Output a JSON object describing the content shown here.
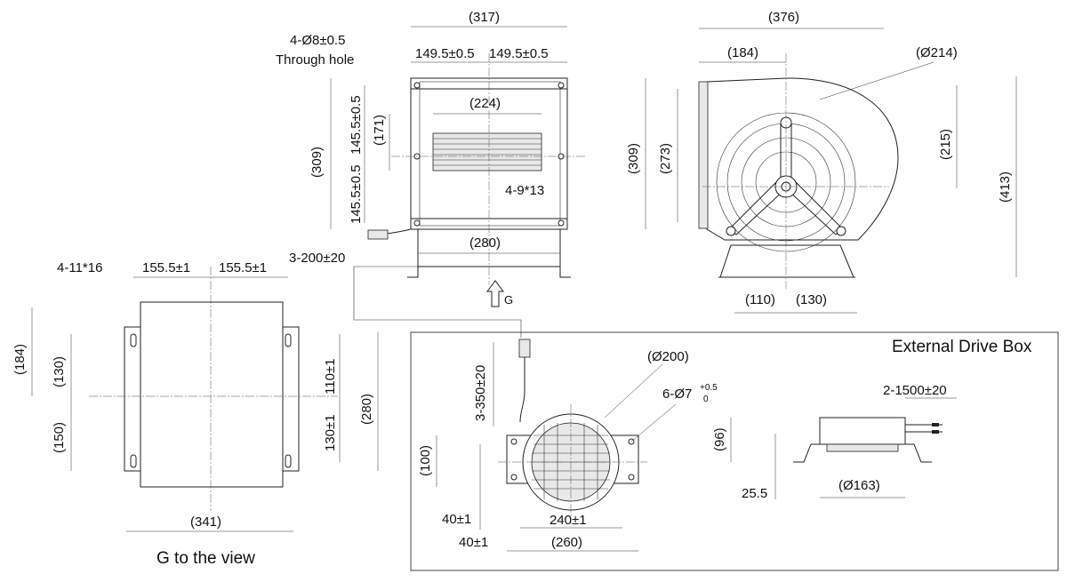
{
  "views": {
    "top": {
      "width_overall": "(317)",
      "half_left": "149.5±0.5",
      "half_right": "149.5±0.5",
      "holes_note_1": "4-Ø8±0.5",
      "holes_note_2": "Through hole",
      "outlet_width": "(224)",
      "height_overall": "(309)",
      "v_upper": "145.5±0.5",
      "v_lower": "145.5±0.5",
      "outlet_height": "(171)",
      "slot_note": "4-9*13",
      "base_width": "(280)",
      "cable_note": "3-200±20",
      "view_arrow": "G"
    },
    "side": {
      "width_overall": "(376)",
      "outlet_offset": "(184)",
      "wheel_dia": "(Ø214)",
      "h309": "(309)",
      "h273": "(273)",
      "h215": "(215)",
      "h413": "(413)",
      "foot_left": "(110)",
      "foot_right": "(130)"
    },
    "g_view": {
      "slot_note": "4-11*16",
      "half_left": "155.5±1",
      "half_right": "155.5±1",
      "h184": "(184)",
      "h130": "(130)",
      "h150": "(150)",
      "h110": "110±1",
      "h130b": "130±1",
      "h280": "(280)",
      "width": "(341)",
      "caption": "G to the view"
    },
    "drive_box": {
      "title": "External Drive Box",
      "cable": "3-350±20",
      "dia200": "(Ø200)",
      "holes": "6-Ø7",
      "tol_plus": "+0.5",
      "tol_zero": "0",
      "h100": "(100)",
      "d40a": "40±1",
      "d40b": "40±1",
      "w240": "240±1",
      "w260": "(260)",
      "cable2": "2-1500±20",
      "h96": "(96)",
      "d25": "25.5",
      "dia163": "(Ø163)"
    }
  }
}
